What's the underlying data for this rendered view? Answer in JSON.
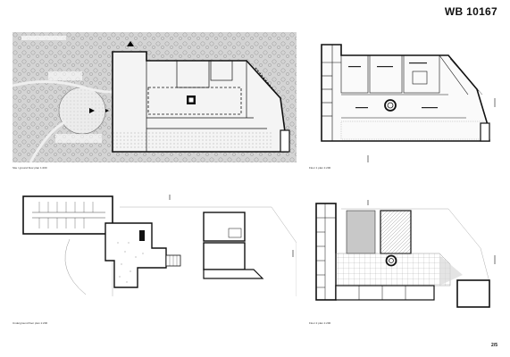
{
  "sheet": {
    "id": "WB 10167",
    "page": "2/5"
  },
  "colors": {
    "wall": "#111111",
    "site_gray": "#d2d2d2",
    "hatch": "#9a9a9a",
    "accent_gray": "#c4c4c4"
  },
  "plans": [
    {
      "caption": "Site / ground floor plan 1:200"
    },
    {
      "caption": "Floor 1 plan 1:200"
    },
    {
      "caption": "Underground floor plan 1:200"
    },
    {
      "caption": "Floor 2 plan 1:200"
    }
  ]
}
